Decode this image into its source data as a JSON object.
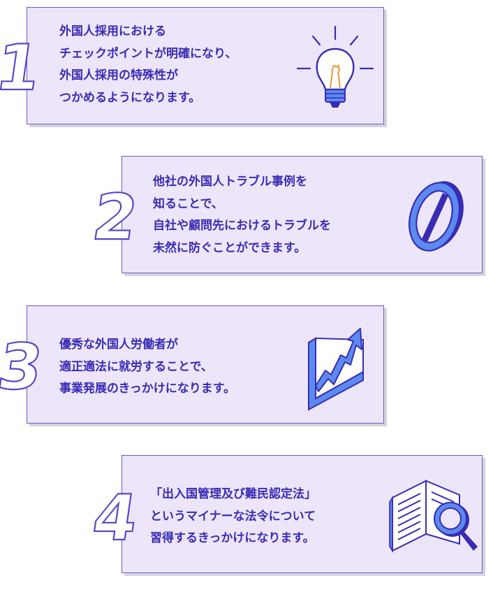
{
  "colors": {
    "card_bg": "#ede6fb",
    "border": "#6b58cc",
    "text": "#3a2bb4",
    "accent_blue": "#5b8bf0"
  },
  "items": [
    {
      "number": "1",
      "icon": "lightbulb-icon",
      "lines": [
        "外国人採用における",
        "チェックポイントが明確になり、",
        "外国人採用の特殊性が",
        "つかめるようになります。"
      ]
    },
    {
      "number": "2",
      "icon": "prohibited-sign-icon",
      "lines": [
        "他社の外国人トラブル事例を",
        "知ることで、",
        "自社や顧問先におけるトラブルを",
        "未然に防ぐことができます。"
      ]
    },
    {
      "number": "3",
      "icon": "growth-chart-icon",
      "lines": [
        "優秀な外国人労働者が",
        "適正適法に就労することで、",
        "事業発展のきっかけになります。"
      ]
    },
    {
      "number": "4",
      "icon": "book-magnifier-icon",
      "lines": [
        "「出入国管理及び難民認定法」",
        "というマイナーな法令について",
        "習得するきっかけになります。"
      ]
    }
  ]
}
